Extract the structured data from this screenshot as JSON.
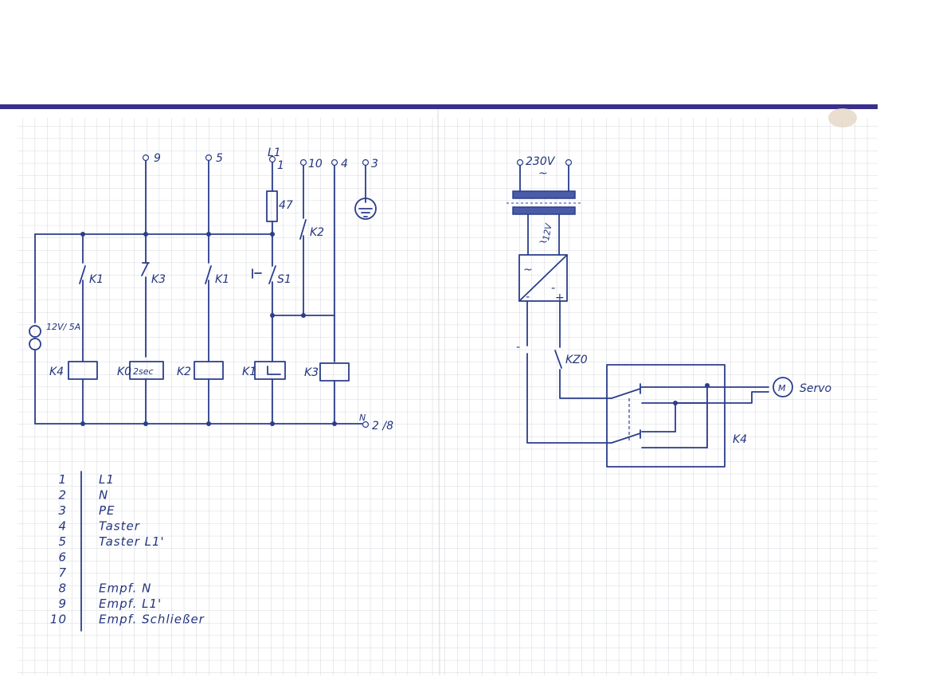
{
  "colors": {
    "ink": "#2b3d8c",
    "rule": "#3a2f8c",
    "grid": "#c9ccd4",
    "paper": "#ffffff"
  },
  "terminals": {
    "t9": "9",
    "t5": "5",
    "tL1": "L1",
    "t1": "1",
    "t10": "10",
    "t4": "4",
    "t3": "3",
    "tN": "N",
    "t2_8": "2 /8"
  },
  "components": {
    "fuse": "47",
    "k2_contact": "K2",
    "k1a": "K1",
    "k3": "K3",
    "k1b": "K1",
    "s1": "S1",
    "lamp": "12V/ 5A",
    "coil_k4": "K4",
    "coil_k0": "K0",
    "coil_k0_time": "2sec",
    "coil_k2": "K2",
    "coil_k1": "K1",
    "coil_k3": "K3"
  },
  "supply": {
    "v230": "230V",
    "ac1": "~",
    "v12": "12V",
    "ac2": "~",
    "minus": "-",
    "plus": "+",
    "minus_left": "-",
    "k_contact": "KZ0",
    "motor": "M",
    "servo": "Servo",
    "relay": "K4"
  },
  "legend": [
    {
      "num": "1",
      "text": "L1"
    },
    {
      "num": "2",
      "text": "N"
    },
    {
      "num": "3",
      "text": "PE"
    },
    {
      "num": "4",
      "text": "Taster"
    },
    {
      "num": "5",
      "text": "Taster L1'"
    },
    {
      "num": "6",
      "text": ""
    },
    {
      "num": "7",
      "text": ""
    },
    {
      "num": "8",
      "text": "Empf. N"
    },
    {
      "num": "9",
      "text": "Empf. L1'"
    },
    {
      "num": "10",
      "text": "Empf. Schließer"
    }
  ]
}
